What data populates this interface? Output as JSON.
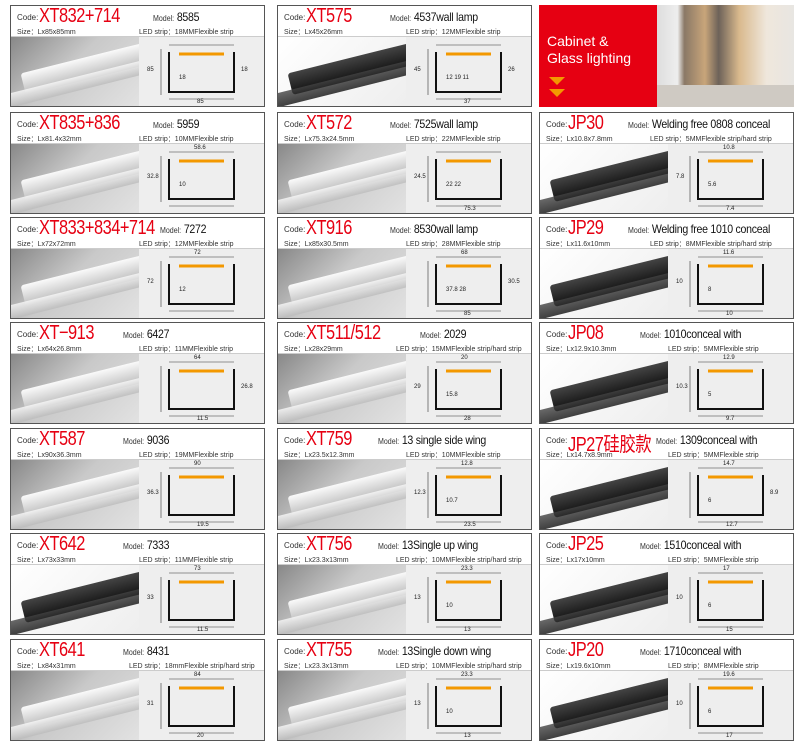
{
  "labels": {
    "code": "Code:",
    "model": "Model:",
    "size": "Size：",
    "led": "LED strip："
  },
  "banner": {
    "line1": "Cabinet &",
    "line2": "Glass lighting"
  },
  "colors": {
    "red": "#e60012",
    "accent": "#f39800"
  },
  "cards": [
    [
      {
        "code": "XT832+714",
        "model": "8585",
        "size": "Lx85x85mm",
        "led": "18MMFlexible strip",
        "finish": "silver",
        "dims": {
          "left": "85",
          "bottom": "85",
          "inner": "18",
          "right": "18"
        }
      },
      {
        "code": "XT575",
        "model": "4537wall lamp",
        "size": "Lx45x26mm",
        "led": "12MMFlexible strip",
        "finish": "black",
        "dims": {
          "left": "45",
          "right": "26",
          "inner": "12  19  11",
          "bottom": "37"
        }
      },
      null
    ],
    [
      {
        "code": "XT835+836",
        "model": "5959",
        "size": "Lx81.4x32mm",
        "led": "10MMFlexible strip",
        "finish": "silver",
        "dims": {
          "top": "58.6",
          "left": "32.8",
          "inner": "10"
        }
      },
      {
        "code": "XT572",
        "model": "7525wall lamp",
        "size": "Lx75.3x24.5mm",
        "led": "22MMFlexible strip",
        "finish": "silver",
        "dims": {
          "left": "24.5",
          "inner": "22   22",
          "bottom": "75.3"
        }
      },
      {
        "code": "JP30",
        "model": "Welding free 0808 conceal",
        "size": "Lx10.8x7.8mm",
        "led": "5MMFlexible strip/hard strip",
        "finish": "black",
        "dims": {
          "top": "10.8",
          "left": "7.8",
          "inner": "5.6",
          "bottom": "7.4"
        }
      }
    ],
    [
      {
        "code": "XT833+834+714",
        "model": "7272",
        "size": "Lx72x72mm",
        "led": "12MMFlexible strip",
        "finish": "silver",
        "dims": {
          "top": "72",
          "left": "72",
          "inner": "12"
        }
      },
      {
        "code": "XT916",
        "model": "8530wall lamp",
        "size": "Lx85x30.5mm",
        "led": "28MMFlexible strip",
        "finish": "silver",
        "dims": {
          "top": "68",
          "inner": "37.8  28",
          "right": "30.5",
          "bottom": "85"
        }
      },
      {
        "code": "JP29",
        "model": "Welding free 1010 conceal",
        "size": "Lx11.6x10mm",
        "led": "8MMFlexible strip/hard strip",
        "finish": "black",
        "dims": {
          "top": "11.6",
          "left": "10",
          "inner": "8",
          "bottom": "10"
        }
      }
    ],
    [
      {
        "code": "XT−913",
        "model": "6427",
        "size": "Lx64x26.8mm",
        "led": "11MMFlexible strip",
        "finish": "silver",
        "dims": {
          "top": "64",
          "right": "26.8",
          "bottom": "11.5"
        }
      },
      {
        "code": "XT511/512",
        "model": "2029",
        "size": "Lx28x29mm",
        "led": "15MMFlexible strip/hard strip",
        "finish": "silver",
        "dims": {
          "top": "20",
          "left": "29",
          "inner": "15.8",
          "bottom": "28"
        }
      },
      {
        "code": "JP08",
        "model": "1010conceal with",
        "size": "Lx12.9x10.3mm",
        "led": "5MMFlexible strip",
        "finish": "black",
        "dims": {
          "top": "12.9",
          "left": "10.3",
          "inner": "5",
          "bottom": "9.7"
        }
      }
    ],
    [
      {
        "code": "XT587",
        "model": "9036",
        "size": "Lx90x36.3mm",
        "led": "19MMFlexible strip",
        "finish": "silver",
        "dims": {
          "top": "90",
          "left": "36.3",
          "bottom": "19.5"
        }
      },
      {
        "code": "XT759",
        "model": "13 single side wing",
        "size": "Lx23.5x12.3mm",
        "led": "10MMFlexible strip",
        "finish": "silver",
        "dims": {
          "top": "12.8",
          "left": "12.3",
          "inner": "10.7",
          "bottom": "23.5"
        }
      },
      {
        "code": "JP27硅胶款",
        "model": "1309conceal with",
        "size": "Lx14.7x8.9mm",
        "led": "5MMFlexible strip",
        "finish": "black",
        "dims": {
          "top": "14.7",
          "right": "8.9",
          "inner": "6",
          "bottom": "12.7"
        }
      }
    ],
    [
      {
        "code": "XT642",
        "model": "7333",
        "size": "Lx73x33mm",
        "led": "11MMFlexible strip",
        "finish": "black",
        "dims": {
          "top": "73",
          "left": "33",
          "bottom": "11.5"
        }
      },
      {
        "code": "XT756",
        "model": "13Single up wing",
        "size": "Lx23.3x13mm",
        "led": "10MMFlexible strip/hard strip",
        "finish": "silver",
        "dims": {
          "top": "23.3",
          "left": "13",
          "inner": "10",
          "bottom": "13"
        }
      },
      {
        "code": "JP25",
        "model": "1510conceal with",
        "size": "Lx17x10mm",
        "led": "5MMFlexible strip",
        "finish": "black",
        "dims": {
          "top": "17",
          "left": "10",
          "inner": "6",
          "bottom": "15"
        }
      }
    ],
    [
      {
        "code": "XT641",
        "model": "8431",
        "size": "Lx84x31mm",
        "led": "18mmFlexible strip/hard strip",
        "finish": "silver",
        "dims": {
          "top": "84",
          "left": "31",
          "bottom": "20"
        }
      },
      {
        "code": "XT755",
        "model": "13Single down wing",
        "size": "Lx23.3x13mm",
        "led": "10MMFlexible strip/hard strip",
        "finish": "silver",
        "dims": {
          "top": "23.3",
          "left": "13",
          "inner": "10",
          "bottom": "13"
        }
      },
      {
        "code": "JP20",
        "model": "1710conceal with",
        "size": "Lx19.6x10mm",
        "led": "8MMFlexible strip",
        "finish": "black",
        "dims": {
          "top": "19.6",
          "left": "10",
          "inner": "6",
          "bottom": "17"
        }
      }
    ]
  ]
}
